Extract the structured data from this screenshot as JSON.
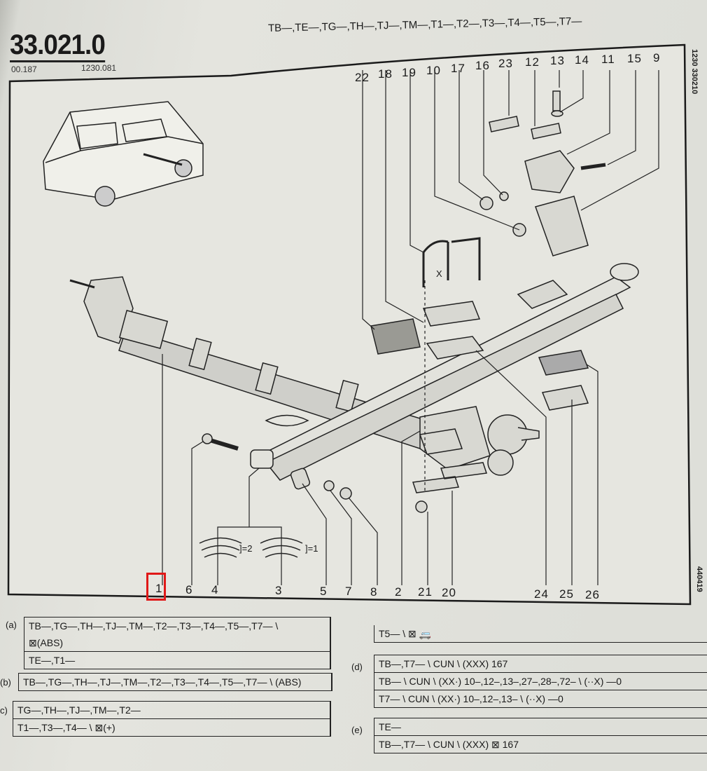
{
  "header": {
    "ref": "33.021.0",
    "code_left": "00.187",
    "code_right": "1230.081",
    "models": "TB—,TE—,TG—,TH—,TJ—,TM—,T1—,T2—,T3—,T4—,T5—,T7—"
  },
  "side": {
    "top": "1230 330210",
    "bottom": "440419"
  },
  "callouts_top": [
    "22",
    "18",
    "19",
    "10",
    "17",
    "16",
    "23",
    "12",
    "13",
    "14",
    "11",
    "15",
    "9"
  ],
  "callouts_bottom": [
    "1",
    "6",
    "4",
    "3",
    "5",
    "7",
    "8",
    "2",
    "21",
    "20",
    "24",
    "25",
    "26"
  ],
  "highlighted_callout": "1",
  "spring_labels": {
    "a": "]=2",
    "b": "]=1"
  },
  "ubolt_label": "X",
  "notes": {
    "a": {
      "label": "(a)",
      "lines": [
        "TB—,TG—,TH—,TJ—,TM—,T2—,T3—,T4—,T5—,T7— \\",
        "⊠(ABS)",
        "TE—,T1—"
      ]
    },
    "b": {
      "label": "(b)",
      "lines": [
        "TB—,TG—,TH—,TJ—,TM—,T2—,T3—,T4—,T5—,T7— \\ (ABS)"
      ]
    },
    "c": {
      "label": "c)",
      "lines": [
        "TG—,TH—,TJ—,TM—,T2—",
        "T1—,T3—,T4— \\ ⊠(+)"
      ]
    },
    "t5": {
      "lines": [
        "T5— \\ ⊠ 🚐"
      ]
    },
    "d": {
      "label": "(d)",
      "lines": [
        "TB—,T7— \\ CUN \\ (XXX) 167",
        "TB— \\ CUN \\ (XX·) 10–,12–,13–,27–,28–,72– \\ (··X) —0",
        "T7— \\ CUN \\ (XX·) 10–,12–,13– \\ (··X) —0"
      ]
    },
    "e": {
      "label": "(e)",
      "lines": [
        "TE—",
        "TB—,T7— \\ CUN \\ (XXX) ⊠ 167"
      ]
    }
  }
}
